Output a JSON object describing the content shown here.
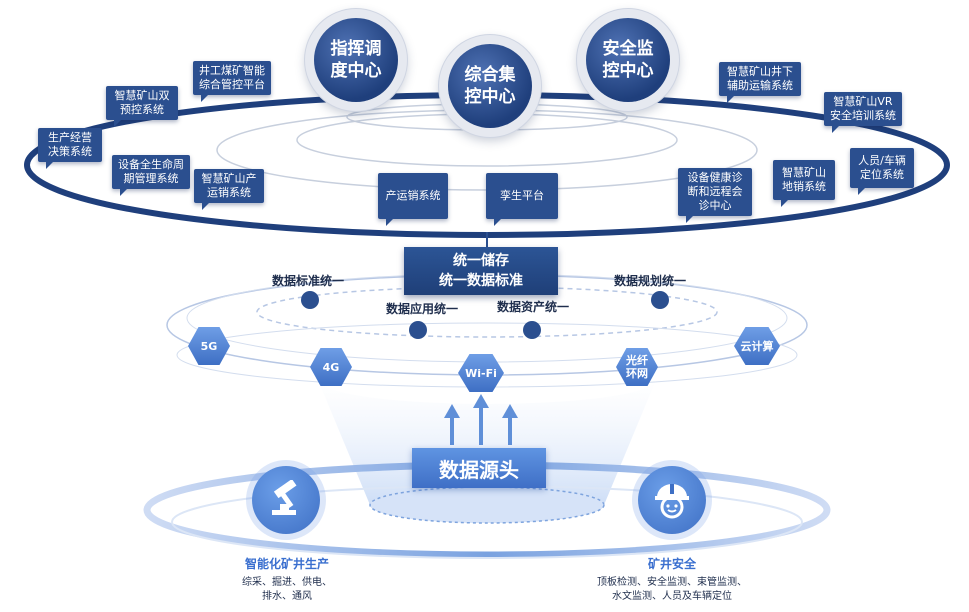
{
  "centers": [
    {
      "line1": "指挥调",
      "line2": "度中心"
    },
    {
      "line1": "综合集",
      "line2": "控中心"
    },
    {
      "line1": "安全监",
      "line2": "控中心"
    }
  ],
  "systems": [
    {
      "line1": "井工煤矿智能",
      "line2": "综合管控平台"
    },
    {
      "line1": "智慧矿山双",
      "line2": "预控系统"
    },
    {
      "line1": "生产经营",
      "line2": "决策系统"
    },
    {
      "line1": "设备全生命周",
      "line2": "期管理系统"
    },
    {
      "line1": "智慧矿山产",
      "line2": "运销系统"
    },
    {
      "line1": "产运销系统",
      "line2": ""
    },
    {
      "line1": "孪生平台",
      "line2": ""
    },
    {
      "line1": "设备健康诊",
      "line2": "断和远程会",
      "line3": "诊中心"
    },
    {
      "line1": "智慧矿山",
      "line2": "地销系统"
    },
    {
      "line1": "人员/车辆",
      "line2": "定位系统"
    },
    {
      "line1": "智慧矿山VR",
      "line2": "安全培训系统"
    },
    {
      "line1": "智慧矿山井下",
      "line2": "辅助运输系统"
    }
  ],
  "banner": {
    "line1": "统一储存",
    "line2": "统一数据标准"
  },
  "standards": {
    "data_standard": "数据标准统一",
    "data_application": "数据应用统一",
    "data_assets": "数据资产统一",
    "data_planning": "数据规划统一"
  },
  "networks": [
    {
      "line1": "5G",
      "line2": ""
    },
    {
      "line1": "4G",
      "line2": ""
    },
    {
      "line1": "Wi-Fi",
      "line2": ""
    },
    {
      "line1": "光纤",
      "line2": "环网"
    },
    {
      "line1": "云计算",
      "line2": ""
    }
  ],
  "source": "数据源头",
  "bottom": {
    "production": {
      "title": "智能化矿井生产",
      "desc1": "综采、掘进、供电、",
      "desc2": "排水、通风"
    },
    "safety": {
      "title": "矿井安全",
      "desc1": "顶板检测、安全监测、束管监测、",
      "desc2": "水文监测、人员及车辆定位"
    }
  },
  "colors": {
    "primary": "#2b4f8f",
    "accent": "#3e6fc4",
    "ring": "#1f3f7c"
  }
}
